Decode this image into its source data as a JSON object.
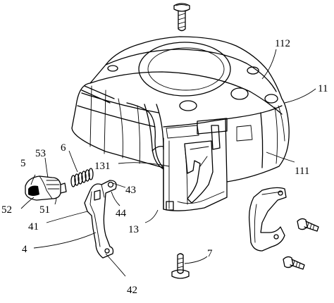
{
  "figure": {
    "labels": {
      "l112": "112",
      "l11": "11",
      "l111": "111",
      "l131": "131",
      "l43": "43",
      "l44": "44",
      "l13": "13",
      "l6": "6",
      "l53": "53",
      "l5": "5",
      "l52": "52",
      "l51": "51",
      "l41": "41",
      "l4": "4",
      "l42": "42",
      "l7": "7"
    }
  }
}
